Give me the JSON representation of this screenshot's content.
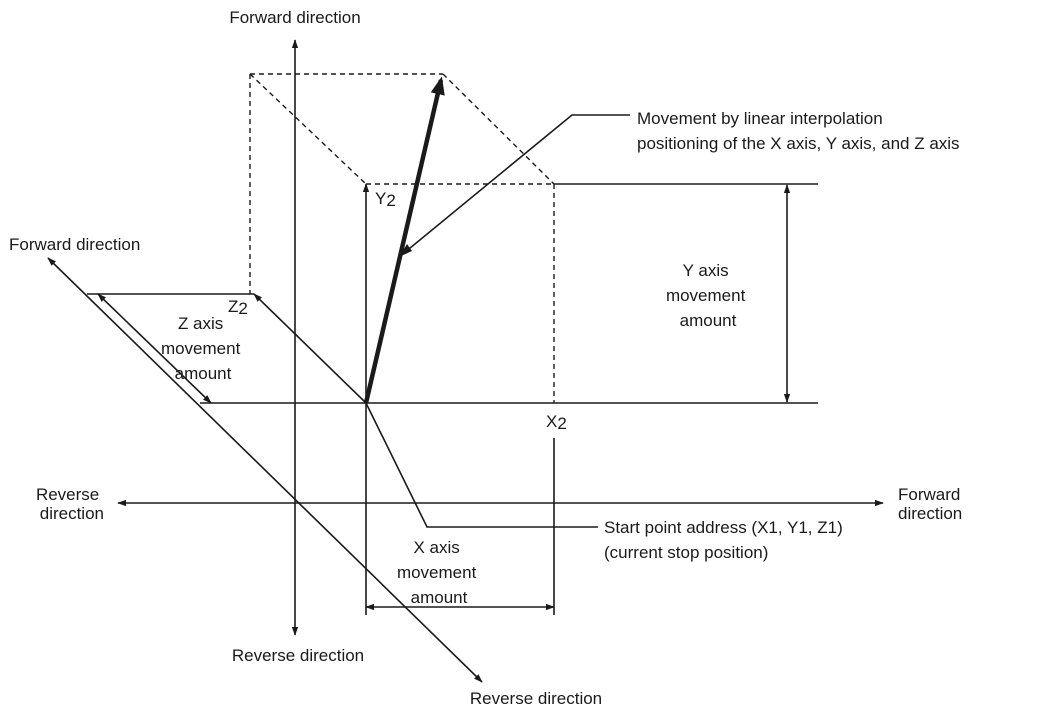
{
  "labels": {
    "vertical_forward": "Forward direction",
    "vertical_reverse": "Reverse direction",
    "diagonal_forward": "Forward direction",
    "diagonal_reverse": "Reverse direction",
    "horizontal_reverse_1": "Reverse",
    "horizontal_reverse_2": "direction",
    "horizontal_forward_1": "Forward",
    "horizontal_forward_2": "direction",
    "movement_line1": "Movement by linear interpolation",
    "movement_line2": "positioning of the X axis, Y axis, and Z axis",
    "y_axis_amount": [
      "Y axis",
      "movement",
      "amount"
    ],
    "z_axis_amount": [
      "Z axis",
      "movement",
      "amount"
    ],
    "x_axis_amount": [
      "X axis",
      "movement",
      "amount"
    ],
    "start_point_line1": "Start point address (X1, Y1, Z1)",
    "start_point_line2": "(current stop position)"
  },
  "points": {
    "x2": {
      "main": "X",
      "sub": "2"
    },
    "y2": {
      "main": "Y",
      "sub": "2"
    },
    "z2": {
      "main": "Z",
      "sub": "2"
    }
  }
}
